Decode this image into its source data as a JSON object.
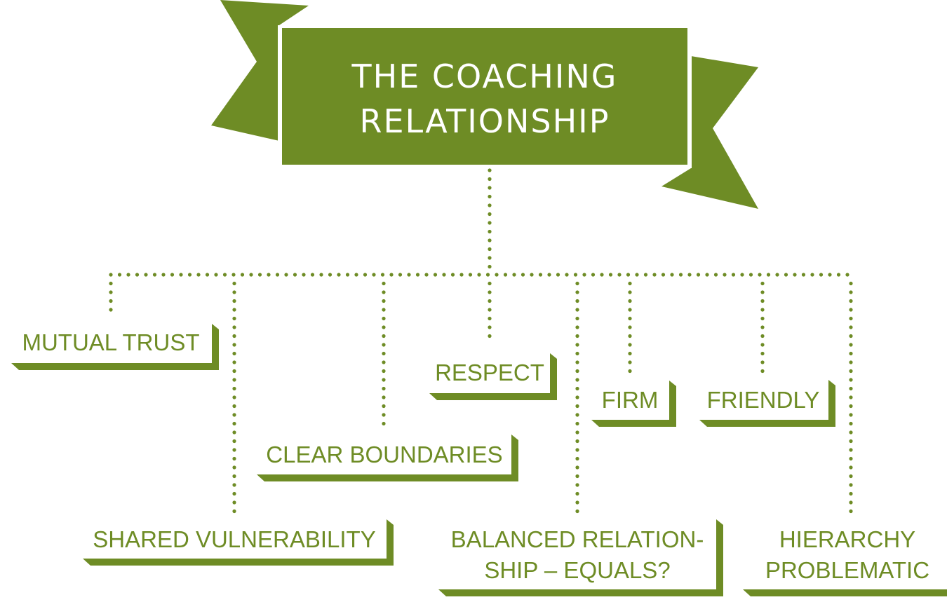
{
  "title": {
    "line1": "THE COACHING",
    "line2": "RELATIONSHIP"
  },
  "colors": {
    "primary": "#6e8c25",
    "text_on_primary": "#ffffff",
    "background": "#ffffff"
  },
  "nodes": [
    {
      "id": "mutual-trust",
      "lines": [
        "MUTUAL TRUST"
      ]
    },
    {
      "id": "shared-vulnerability",
      "lines": [
        "SHARED VULNERABILITY"
      ]
    },
    {
      "id": "clear-boundaries",
      "lines": [
        "CLEAR BOUNDARIES"
      ]
    },
    {
      "id": "respect",
      "lines": [
        "RESPECT"
      ]
    },
    {
      "id": "balanced-relationship",
      "lines": [
        "BALANCED RELATION-",
        "SHIP – EQUALS?"
      ]
    },
    {
      "id": "firm",
      "lines": [
        "FIRM"
      ]
    },
    {
      "id": "friendly",
      "lines": [
        "FRIENDLY"
      ]
    },
    {
      "id": "hierarchy-problematic",
      "lines": [
        "HIERARCHY",
        "PROBLEMATIC"
      ]
    }
  ]
}
